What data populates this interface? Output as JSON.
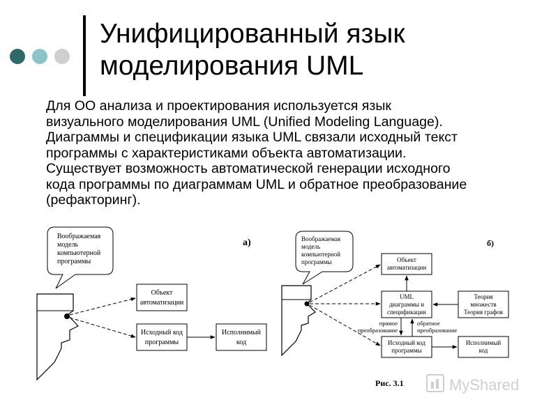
{
  "colors": {
    "dot1": "#2f6a6a",
    "dot2": "#8cc4c8",
    "dot3": "#cfcfcf",
    "text": "#000000",
    "watermark": "#cfcfcf"
  },
  "slide": {
    "title_line1": "Унифицированный язык",
    "title_line2": "моделирования UML",
    "body_lines": [
      "Для ОО анализа и проектирования используется язык",
      "визуального моделирования UML (Unified Modeling Language).",
      "Диаграммы и спецификации языка UML связали исходный текст",
      "программы с характеристиками объекта автоматизации.",
      "Существует возможность автоматической генерации исходного",
      "кода программы по диаграммам UML и обратное преобразование",
      "(рефакторинг)."
    ]
  },
  "figure": {
    "caption": "Рис. 3.1",
    "watermark": "MyShared",
    "diagram_a": {
      "label": "а)",
      "bubble_lines": [
        "Воображаемая",
        "модель",
        "компьютерной",
        "программы"
      ],
      "box_object": [
        "Объект",
        "автоматизации"
      ],
      "box_source": [
        "Исходный код",
        "программы"
      ],
      "box_exec": [
        "Исполнимый",
        "код"
      ]
    },
    "diagram_b": {
      "label": "б)",
      "bubble_lines": [
        "Воображаемая",
        "модель",
        "компьютерной",
        "программы"
      ],
      "box_object": [
        "Объект",
        "автоматизации"
      ],
      "box_uml": [
        "UML",
        "диаграммы и",
        "спецификации"
      ],
      "box_theory": [
        "Теория",
        "множеств",
        "Теория графов"
      ],
      "box_source": [
        "Исходный код",
        "программы"
      ],
      "box_exec": [
        "Исполнимый",
        "код"
      ],
      "label_forward": [
        "прямое",
        "преобразование"
      ],
      "label_reverse": [
        "обратное",
        "преобразование"
      ]
    }
  }
}
